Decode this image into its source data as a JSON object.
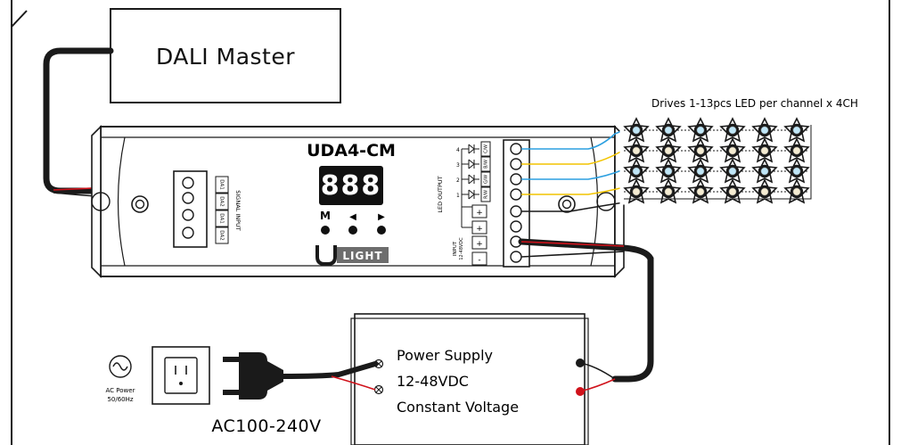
{
  "dali_master": {
    "label": "DALI Master"
  },
  "controller": {
    "model": "UDA4-CM",
    "display_digits": "888",
    "buttons": [
      "M",
      "◀",
      "▶"
    ],
    "brand": "LIGHT",
    "signal_input_label": "SIGNAL INPUT",
    "dali_terminals": [
      "DA1",
      "DA2",
      "DA1",
      "DA2"
    ],
    "led_output_label": "LED OUTPUT",
    "channel_numbers": [
      "4",
      "3",
      "2",
      "1"
    ],
    "channel_terminals": [
      "C/W",
      "B/W",
      "G/W",
      "R/W"
    ],
    "plus_terminals": [
      "+",
      "+",
      "+"
    ],
    "input_label": "INPUT",
    "input_voltage": "12-48VDC",
    "input_terminals": [
      "+",
      "-"
    ]
  },
  "led_array": {
    "caption": "Drives 1-13pcs LED per channel x 4CH",
    "rows": 4,
    "leds_per_row": 6
  },
  "power_supply": {
    "line1": "Power Supply",
    "line2": "12-48VDC",
    "line3": "Constant Voltage"
  },
  "ac_source": {
    "label1": "AC Power",
    "label2": "50/60Hz",
    "voltage": "AC100-240V"
  },
  "colors": {
    "outline": "#1a1a1a",
    "wire_black": "#1a1a1a",
    "wire_red": "#d0121b",
    "wire_blue": "#2b9fe0",
    "wire_yellow": "#f2c400",
    "display_bg": "#111111",
    "led_blue": "#bfe6f7",
    "led_warm": "#f5ecd2"
  }
}
